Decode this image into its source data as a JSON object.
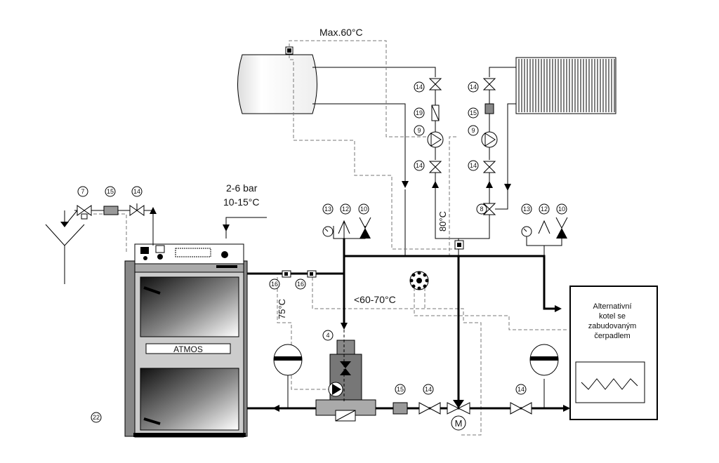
{
  "labels": {
    "max_temp": "Max.60°C",
    "pressure": "2-6 bar",
    "inlet_temp": "10-15°C",
    "temp_80": "80°C",
    "temp_75": "75°C",
    "temp_range": "<60-70°C",
    "boiler_brand": "ATMOS",
    "alt_boiler_line1": "Alternativní",
    "alt_boiler_line2": "kotel se",
    "alt_boiler_line3": "zabudovaným",
    "alt_boiler_line4": "čerpadlem",
    "motor": "M"
  },
  "markers": {
    "m7": "7",
    "m15_left": "15",
    "m14_left": "14",
    "m14_top_a": "14",
    "m19": "19",
    "m9_a": "9",
    "m14_mid_a": "14",
    "m14_top_b": "14",
    "m15_top": "15",
    "m9_b": "9",
    "m14_mid_b": "14",
    "m8": "8",
    "m13_a": "13",
    "m12_a": "12",
    "m10_a": "10",
    "m13_b": "13",
    "m12_b": "12",
    "m10_b": "10",
    "m16_a": "16",
    "m16_b": "16",
    "m4": "4",
    "m15_bottom": "15",
    "m14_bottom_a": "14",
    "m14_bottom_b": "14",
    "m22": "22"
  }
}
